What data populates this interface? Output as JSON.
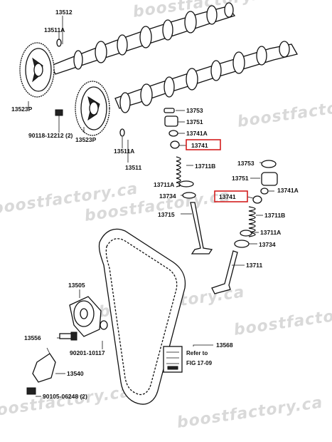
{
  "watermark": "boostfactory.ca",
  "parts": [
    {
      "id": "13512",
      "label": "13512"
    },
    {
      "id": "13511A_top",
      "label": "13511A"
    },
    {
      "id": "13523P_left",
      "label": "13523P"
    },
    {
      "id": "90118",
      "label": "90118-12212 (2)"
    },
    {
      "id": "13523P_mid",
      "label": "13523P"
    },
    {
      "id": "13511A_mid",
      "label": "13511A"
    },
    {
      "id": "13511",
      "label": "13511"
    },
    {
      "id": "13753_a",
      "label": "13753"
    },
    {
      "id": "13751_a",
      "label": "13751"
    },
    {
      "id": "13741A_a",
      "label": "13741A"
    },
    {
      "id": "13741_a",
      "label": "13741"
    },
    {
      "id": "13711B_a",
      "label": "13711B"
    },
    {
      "id": "13711A_a",
      "label": "13711A"
    },
    {
      "id": "13734_a",
      "label": "13734"
    },
    {
      "id": "13715",
      "label": "13715"
    },
    {
      "id": "13753_b",
      "label": "13753"
    },
    {
      "id": "13751_b",
      "label": "13751"
    },
    {
      "id": "13741A_b",
      "label": "13741A"
    },
    {
      "id": "13741_b",
      "label": "13741"
    },
    {
      "id": "13711B_b",
      "label": "13711B"
    },
    {
      "id": "13711A_b",
      "label": "13711A"
    },
    {
      "id": "13734_b",
      "label": "13734"
    },
    {
      "id": "13711",
      "label": "13711"
    },
    {
      "id": "13505",
      "label": "13505"
    },
    {
      "id": "13556",
      "label": "13556"
    },
    {
      "id": "90201",
      "label": "90201-10117"
    },
    {
      "id": "13568",
      "label": "13568"
    },
    {
      "id": "13540",
      "label": "13540"
    },
    {
      "id": "90105",
      "label": "90105-06248 (2)"
    }
  ],
  "refer": {
    "line1": "Refer to",
    "line2": "FIG 17-09"
  },
  "highlight_color": "#d41e1e"
}
